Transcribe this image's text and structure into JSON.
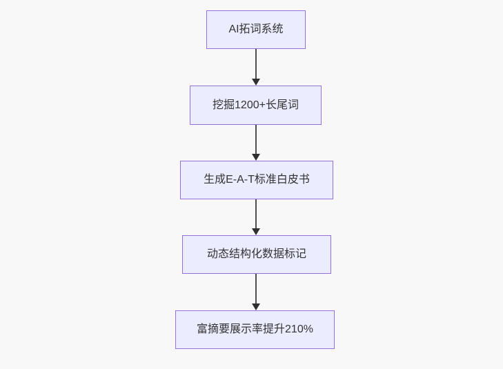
{
  "diagram": {
    "type": "flowchart",
    "direction": "top-to-bottom",
    "nodes": [
      {
        "label": "AI拓词系统"
      },
      {
        "label": "挖掘1200+长尾词"
      },
      {
        "label": "生成E-A-T标准白皮书"
      },
      {
        "label": "动态结构化数据标记"
      },
      {
        "label": "富摘要展示率提升210%"
      }
    ],
    "edges": [
      {
        "from": 0,
        "to": 1,
        "style": "solid-arrow"
      },
      {
        "from": 1,
        "to": 2,
        "style": "solid-arrow"
      },
      {
        "from": 2,
        "to": 3,
        "style": "solid-arrow"
      },
      {
        "from": 3,
        "to": 4,
        "style": "solid-arrow"
      }
    ],
    "colors": {
      "background": "#f8f8f8",
      "node_fill": "#ECECFF",
      "node_border": "#9370DB",
      "text": "#333333",
      "arrow_line": "#4d4d4d",
      "arrow_head": "#2f2f2f"
    }
  }
}
